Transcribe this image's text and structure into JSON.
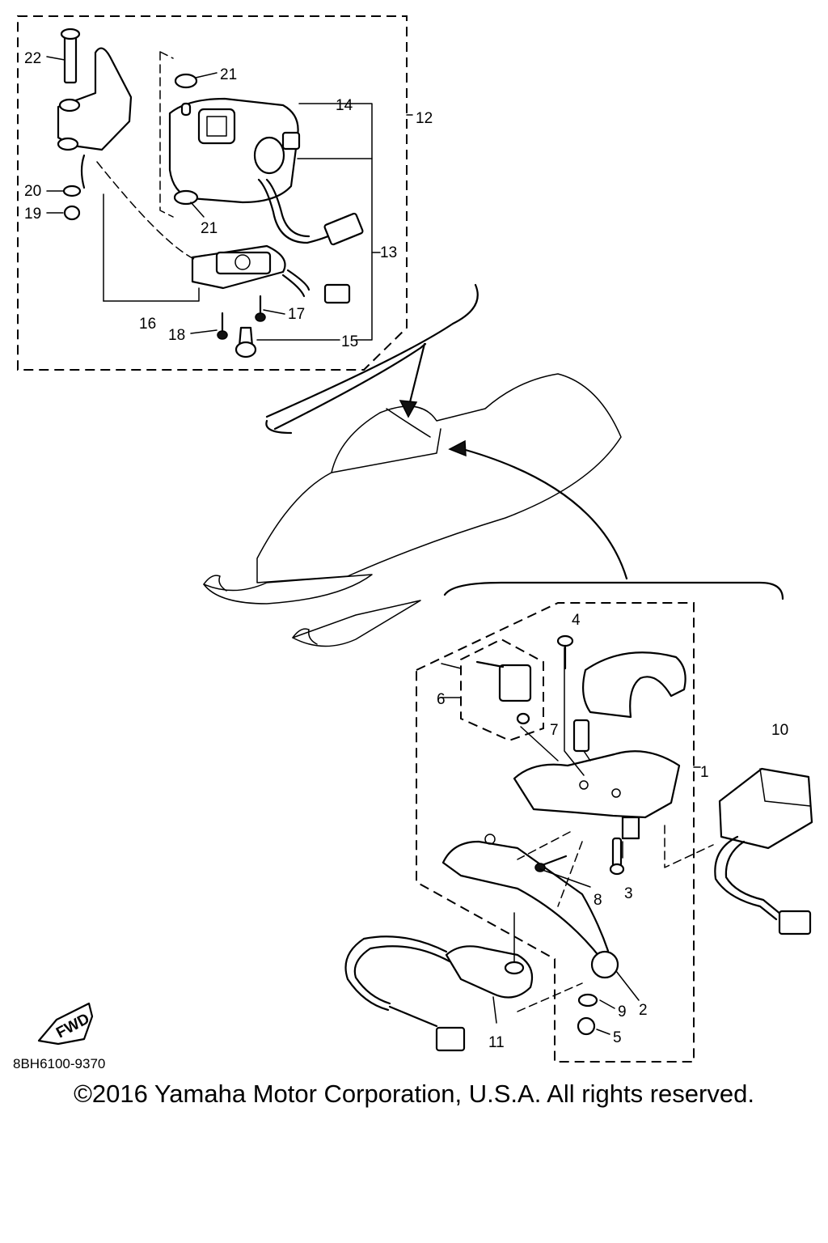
{
  "diagram": {
    "part_numbers": {
      "p1": "1",
      "p2": "2",
      "p3": "3",
      "p4": "4",
      "p5": "5",
      "p6": "6",
      "p7": "7",
      "p8": "8",
      "p9": "9",
      "p10": "10",
      "p11": "11",
      "p12": "12",
      "p13": "13",
      "p14": "14",
      "p15": "15",
      "p16": "16",
      "p17": "17",
      "p18": "18",
      "p19": "19",
      "p20": "20",
      "p21a": "21",
      "p21b": "21",
      "p22": "22"
    },
    "fwd_label": "FWD",
    "drawing_code": "8BH6100-9370"
  },
  "footer": {
    "copyright": "©2016 Yamaha Motor Corporation, U.S.A. All rights reserved."
  }
}
